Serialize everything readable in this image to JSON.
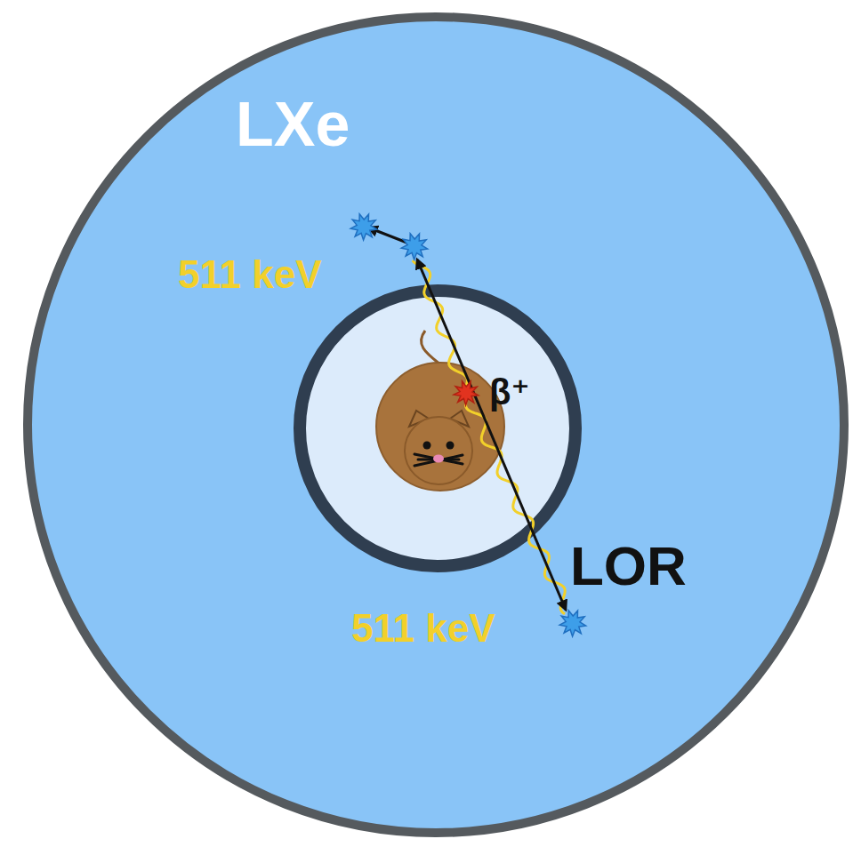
{
  "diagram": {
    "nodes": [
      {
        "text": [
          "LXe"
        ]
      }
    ],
    "labels": [
      "511 keV",
      "511 keV",
      "β⁺",
      "LOR"
    ]
  }
}
